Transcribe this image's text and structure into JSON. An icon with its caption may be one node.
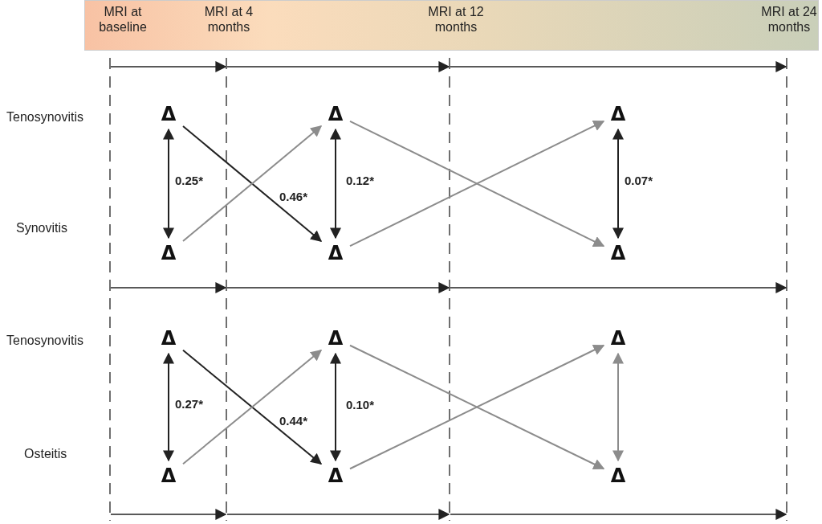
{
  "diagram": {
    "nodes": [
      {
        "text": [
          "Δ"
        ]
      },
      {
        "text": [
          "Δ"
        ]
      },
      {
        "text": [
          "Δ"
        ]
      },
      {
        "text": [
          "Δ"
        ]
      },
      {
        "text": [
          "Δ"
        ]
      },
      {
        "text": [
          "Δ"
        ]
      },
      {
        "text": [
          "Δ"
        ]
      },
      {
        "text": [
          "Δ"
        ]
      },
      {
        "text": [
          "Δ"
        ]
      },
      {
        "text": [
          "Δ"
        ]
      },
      {
        "text": [
          "Δ"
        ]
      },
      {
        "text": [
          "Δ"
        ]
      }
    ],
    "edges": [
      {
        "from": 0,
        "to": 3,
        "arrow": "both",
        "label": "0.25*"
      },
      {
        "from": 0,
        "to": 4,
        "arrow": "to",
        "label": "0.46*"
      },
      {
        "from": 3,
        "to": 1,
        "arrow": "to",
        "color": "#8c8c8c"
      },
      {
        "from": 1,
        "to": 4,
        "arrow": "both",
        "label": "0.12*"
      },
      {
        "from": 1,
        "to": 5,
        "arrow": "to",
        "color": "#8c8c8c"
      },
      {
        "from": 4,
        "to": 2,
        "arrow": "to",
        "color": "#8c8c8c"
      },
      {
        "from": 2,
        "to": 5,
        "arrow": "both",
        "label": "0.07*"
      },
      {
        "from": 6,
        "to": 9,
        "arrow": "both",
        "label": "0.27*"
      },
      {
        "from": 6,
        "to": 10,
        "arrow": "to",
        "label": "0.44*"
      },
      {
        "from": 9,
        "to": 7,
        "arrow": "to",
        "color": "#8c8c8c"
      },
      {
        "from": 7,
        "to": 10,
        "arrow": "both",
        "label": "0.10*"
      },
      {
        "from": 7,
        "to": 11,
        "arrow": "to",
        "color": "#8c8c8c"
      },
      {
        "from": 10,
        "to": 8,
        "arrow": "to",
        "color": "#8c8c8c"
      },
      {
        "from": 8,
        "to": 11,
        "arrow": "both",
        "color": "#8c8c8c"
      }
    ],
    "labels": [
      "MRI at baseline",
      "MRI at 4 months",
      "MRI at 12 months",
      "MRI at 24 months",
      "Tenosynovitis",
      "Synovitis",
      "Tenosynovitis",
      "Osteitis"
    ]
  }
}
